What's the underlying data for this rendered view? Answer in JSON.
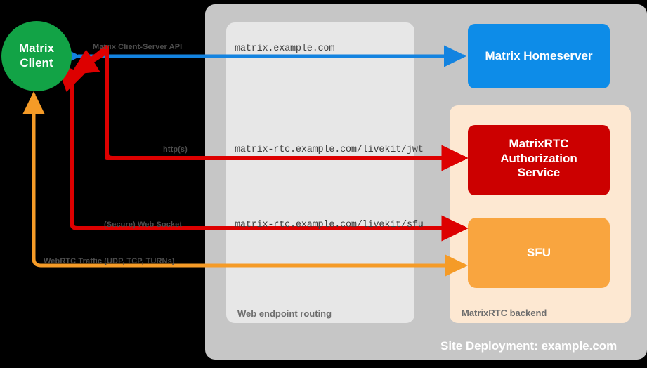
{
  "diagram": {
    "background_color": "#000000",
    "site": {
      "label": "Site Deployment: example.com",
      "panel_color": "#c6c6c6"
    },
    "nodes": {
      "client": {
        "label": "Matrix\nClient",
        "line1": "Matrix",
        "line2": "Client",
        "color": "#12a346",
        "shape": "circle"
      },
      "homeserver": {
        "label": "Matrix Homeserver",
        "color": "#0d8ce8",
        "shape": "rounded-rect"
      },
      "auth_service": {
        "line1": "MatrixRTC",
        "line2": "Authorization",
        "line3": "Service",
        "label": "MatrixRTC Authorization Service",
        "color": "#cc0000",
        "shape": "rounded-rect"
      },
      "sfu": {
        "label": "SFU",
        "color": "#f9a councils"
      }
    },
    "groups": {
      "web_routing": {
        "label": "Web endpoint routing",
        "color": "#e6e6e6"
      },
      "rtc_backend": {
        "label": "MatrixRTC backend",
        "color": "#fde8d2"
      }
    },
    "endpoints": [
      {
        "id": "hs-endpoint",
        "text": "matrix.example.com"
      },
      {
        "id": "jwt-endpoint",
        "text": "matrix-rtc.example.com/livekit/jwt"
      },
      {
        "id": "sfu-endpoint",
        "text": "matrix-rtc.example.com/livekit/sfu"
      }
    ],
    "connections": [
      {
        "id": "cs-api",
        "label": "Matrix Client-Server API",
        "color": "#1383e0",
        "direction": "bidirectional"
      },
      {
        "id": "https",
        "label": "http(s)",
        "color": "#dd0000",
        "direction": "bidirectional"
      },
      {
        "id": "websocket",
        "label": "(Secure) Web Socket",
        "color": "#dd0000",
        "direction": "bidirectional"
      },
      {
        "id": "webrtc",
        "label": "WebRTC Traffic (UDP, TCP, TURNs)",
        "color": "#f59b27",
        "direction": "bidirectional"
      }
    ]
  }
}
